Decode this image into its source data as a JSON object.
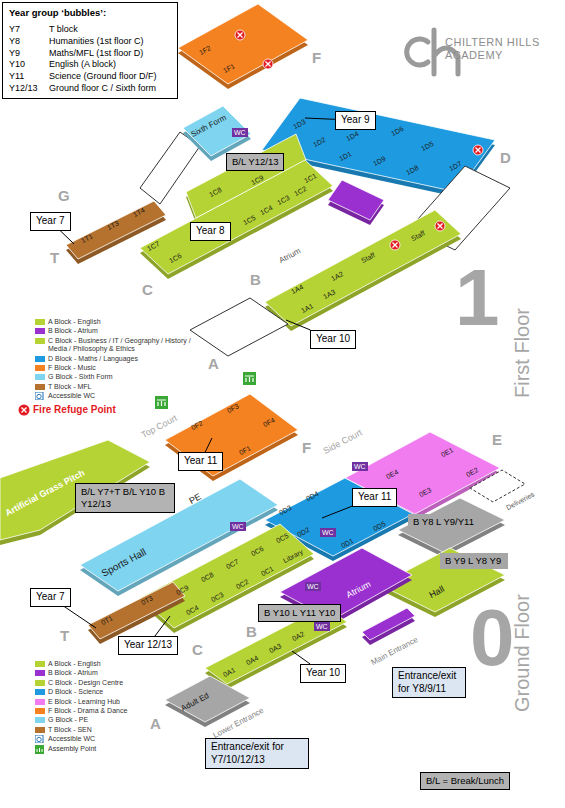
{
  "diagram": {
    "nodes": [
      {
        "text": [
          "Year group ‘bubbles’:",
          "Y7",
          "T block",
          "Y8",
          "Humanities (1st floor C)",
          "Y9",
          "Maths/MFL (1st floor D)",
          "Y10",
          "English (A block)",
          "Y11",
          "Science (Ground floor D/F)",
          "Y12/13",
          "Ground floor C / Sixth form"
        ]
      },
      {
        "text": [
          "Year 9"
        ]
      },
      {
        "text": [
          "B/L Y12/13"
        ]
      },
      {
        "text": [
          "Year 7"
        ]
      },
      {
        "text": [
          "Year 8"
        ]
      },
      {
        "text": [
          "Year 10"
        ]
      },
      {
        "text": [
          "Year 11"
        ]
      },
      {
        "text": [
          "B/L Y7+T B/L Y10 B Y12/13"
        ]
      },
      {
        "text": [
          "Year 11"
        ]
      },
      {
        "text": [
          "B Y8 L Y9/Y11"
        ]
      },
      {
        "text": [
          "B Y9 L Y8 Y9"
        ]
      },
      {
        "text": [
          "Year 7"
        ]
      },
      {
        "text": [
          "Year 12/13"
        ]
      },
      {
        "text": [
          "B Y10 L Y11 Y10"
        ]
      },
      {
        "text": [
          "Year 10"
        ]
      },
      {
        "text": [
          "Entrance/exit for Y8/9/11"
        ]
      },
      {
        "text": [
          "Entrance/exit for Y7/10/12/13"
        ]
      },
      {
        "text": [
          "B/L = Break/Lunch"
        ]
      }
    ],
    "labels": [
      "1F2",
      "1F1",
      "F",
      "Sixth Form",
      "WC",
      "1D3",
      "1D2",
      "1D4",
      "1D1",
      "1D6",
      "1D9",
      "1D5",
      "1D8",
      "1D7",
      "D",
      "G",
      "1T1",
      "1T3",
      "1T4",
      "T",
      "1C7",
      "1C6",
      "1C5",
      "1C4",
      "1C3",
      "1C2",
      "1C1",
      "1C8",
      "1C9",
      "C",
      "Atrium",
      "B",
      "1A4",
      "1A1",
      "1A3",
      "1A2",
      "Staff",
      "Staff",
      "A",
      "1",
      "First Floor",
      "Top Court",
      "Side Court",
      "Artificial Grass Pitch",
      "0F2",
      "0F3",
      "0F4",
      "0F1",
      "F",
      "WC",
      "0E1",
      "0E4",
      "0E2",
      "0E3",
      "E",
      "Deliveries",
      "PE",
      "WC",
      "Sports Hall",
      "0D3",
      "0D4",
      "0D2",
      "WC",
      "0D1",
      "0D5",
      "0T1",
      "0T3",
      "T",
      "0C9",
      "0C8",
      "0C7",
      "0C6",
      "0C5",
      "0C4",
      "0C3",
      "0C2",
      "0C1",
      "Library",
      "WC",
      "Atrium",
      "C",
      "B",
      "0A1",
      "0A4",
      "0A3",
      "0A2",
      "WC",
      "A",
      "Adult Ed",
      "Lower Entrance",
      "Main Entrance",
      "Hall",
      "0",
      "Ground Floor",
      "CHILTERN HILLS ACADEMY"
    ],
    "legend": [
      {
        "text": "A Block - English",
        "color": "#b5d334"
      },
      {
        "text": "B Block - Atrium",
        "color": "#9b30d0"
      },
      {
        "text": "C Block - Business / IT / Geography / History / Media / Philosophy & Ethics",
        "color": "#b5d334"
      },
      {
        "text": "D Block - Maths / Languages",
        "color": "#1e9be0"
      },
      {
        "text": "F Block - Music",
        "color": "#f58220"
      },
      {
        "text": "G Block - Sixth Form",
        "color": "#7fd4ef"
      },
      {
        "text": "T Block - MFL",
        "color": "#b5722e"
      },
      {
        "text": "Accessible WC"
      },
      {
        "text": "Fire Refuge Point"
      },
      {
        "text": "A Block - English",
        "color": "#b5d334"
      },
      {
        "text": "B Block - Atrium",
        "color": "#9b30d0"
      },
      {
        "text": "C Block - Design Centre",
        "color": "#b5d334"
      },
      {
        "text": "D Block - Science",
        "color": "#1e9be0"
      },
      {
        "text": "E Block - Learning Hub",
        "color": "#f07cf0"
      },
      {
        "text": "F Block - Drama & Dance",
        "color": "#f58220"
      },
      {
        "text": "G Block - PE",
        "color": "#7fd4ef"
      },
      {
        "text": "T Block - SEN",
        "color": "#b5722e"
      },
      {
        "text": "Accessible WC"
      },
      {
        "text": "Assembly Point"
      }
    ]
  }
}
